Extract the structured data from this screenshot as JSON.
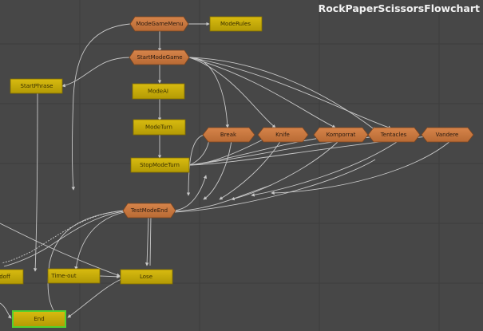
{
  "title": "RockPaperScissorsFlowchart",
  "colors": {
    "background": "#474747",
    "grid": "#3c3c3c",
    "action_fill": "#c9ad06",
    "action_fill_dark": "#9a8400",
    "state_fill": "#c7743c",
    "state_fill_dark": "#8f4e22",
    "selected_border": "#52d12f",
    "edge": "#c8c8c8"
  },
  "nodes": [
    {
      "id": "mode-game-menu",
      "label": "ModeGameMenu",
      "kind": "state"
    },
    {
      "id": "mode-rules",
      "label": "ModeRules",
      "kind": "action"
    },
    {
      "id": "start-mode-game",
      "label": "StartModeGame",
      "kind": "state"
    },
    {
      "id": "start-phrase",
      "label": "StartPhrase",
      "kind": "action"
    },
    {
      "id": "mode-ai",
      "label": "ModeAI",
      "kind": "action"
    },
    {
      "id": "mode-turn",
      "label": "ModeTurn",
      "kind": "action"
    },
    {
      "id": "stop-mode-turn",
      "label": "StopModeTurn",
      "kind": "action"
    },
    {
      "id": "break",
      "label": "Break",
      "kind": "state"
    },
    {
      "id": "knife",
      "label": "Knife",
      "kind": "state"
    },
    {
      "id": "komporrat",
      "label": "Komporrat",
      "kind": "state"
    },
    {
      "id": "tentacles",
      "label": "Tentacles",
      "kind": "state"
    },
    {
      "id": "vandere",
      "label": "Vandere",
      "kind": "state"
    },
    {
      "id": "test-mode-end",
      "label": "TestModeEnd",
      "kind": "state"
    },
    {
      "id": "handoff",
      "label": "doff",
      "kind": "action"
    },
    {
      "id": "time-out",
      "label": "Time-out",
      "kind": "action"
    },
    {
      "id": "lose",
      "label": "Lose",
      "kind": "action"
    },
    {
      "id": "end",
      "label": "End",
      "kind": "action",
      "selected": true
    }
  ]
}
